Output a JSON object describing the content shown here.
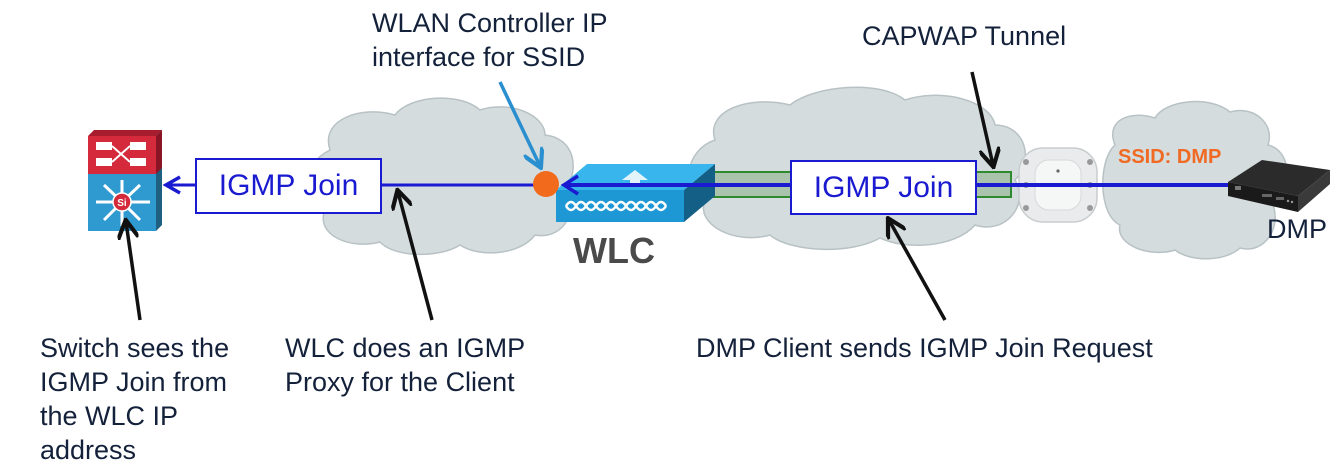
{
  "annotations": {
    "wlan_controller_ip": "WLAN Controller IP\ninterface for SSID",
    "capwap_tunnel": "CAPWAP Tunnel",
    "switch_sees": "Switch sees the\nIGMP Join from\nthe WLC IP\naddress",
    "wlc_proxy": "WLC does an IGMP\nProxy for the Client",
    "dmp_client_sends": "DMP Client sends IGMP Join Request"
  },
  "messages": {
    "left_join": "IGMP Join",
    "right_join": "IGMP Join"
  },
  "devices": {
    "wlc": "WLC",
    "dmp": "DMP",
    "ssid": "SSID: DMP"
  },
  "colors": {
    "flow_line": "#1a1ad0",
    "interface_dot": "#f26a1b",
    "tunnel": "#2f8a2f",
    "cloud": "#d4dcde",
    "ssid_text": "#f06a23"
  }
}
